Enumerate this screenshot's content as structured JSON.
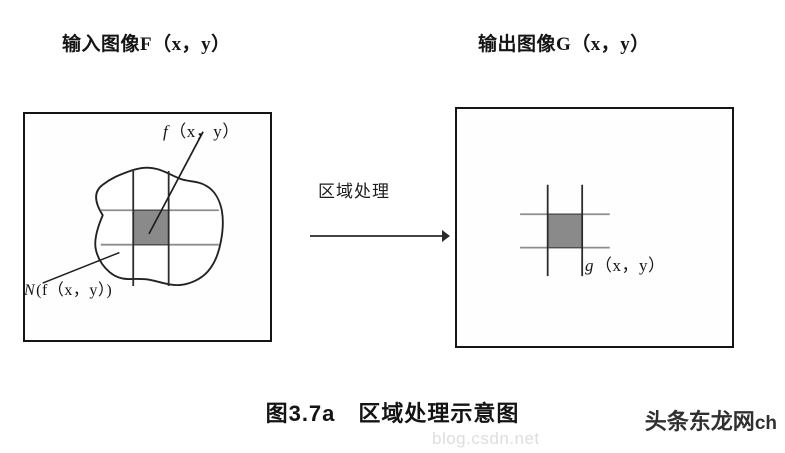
{
  "figure": {
    "caption": "图3.7a　区域处理示意图",
    "operation_label": "区域处理",
    "arrow_icon": "right-arrow-icon"
  },
  "input_panel": {
    "title": "输入图像F（x，y）",
    "pixel_label_italic": "f",
    "pixel_label_rest": "（x，y）",
    "neighborhood_label_italic": "N",
    "neighborhood_label_rest": "(f（x，y）)"
  },
  "output_panel": {
    "title": "输出图像G（x，y）",
    "pixel_label_italic": "g",
    "pixel_label_rest": "（x，y）"
  },
  "watermarks": {
    "brand": "头条东龙网",
    "brand_suffix": "ch",
    "faint": "blog.csdn.net"
  },
  "colors": {
    "cell_fill": "#8a8a8a",
    "cell_stroke": "#4a4a4a",
    "grid_vertical": "#2b2b2b",
    "grid_horizontal": "#8d8d8d",
    "outline": "#151515",
    "blob_stroke": "#222222"
  }
}
